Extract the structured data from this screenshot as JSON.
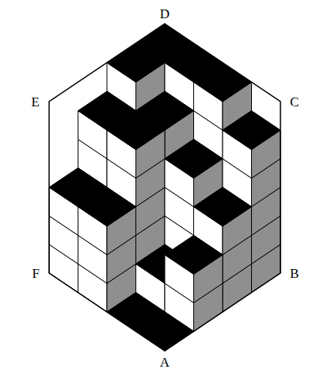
{
  "diagram": {
    "labels": [
      "D",
      "E",
      "C",
      "F",
      "B",
      "A"
    ]
  }
}
